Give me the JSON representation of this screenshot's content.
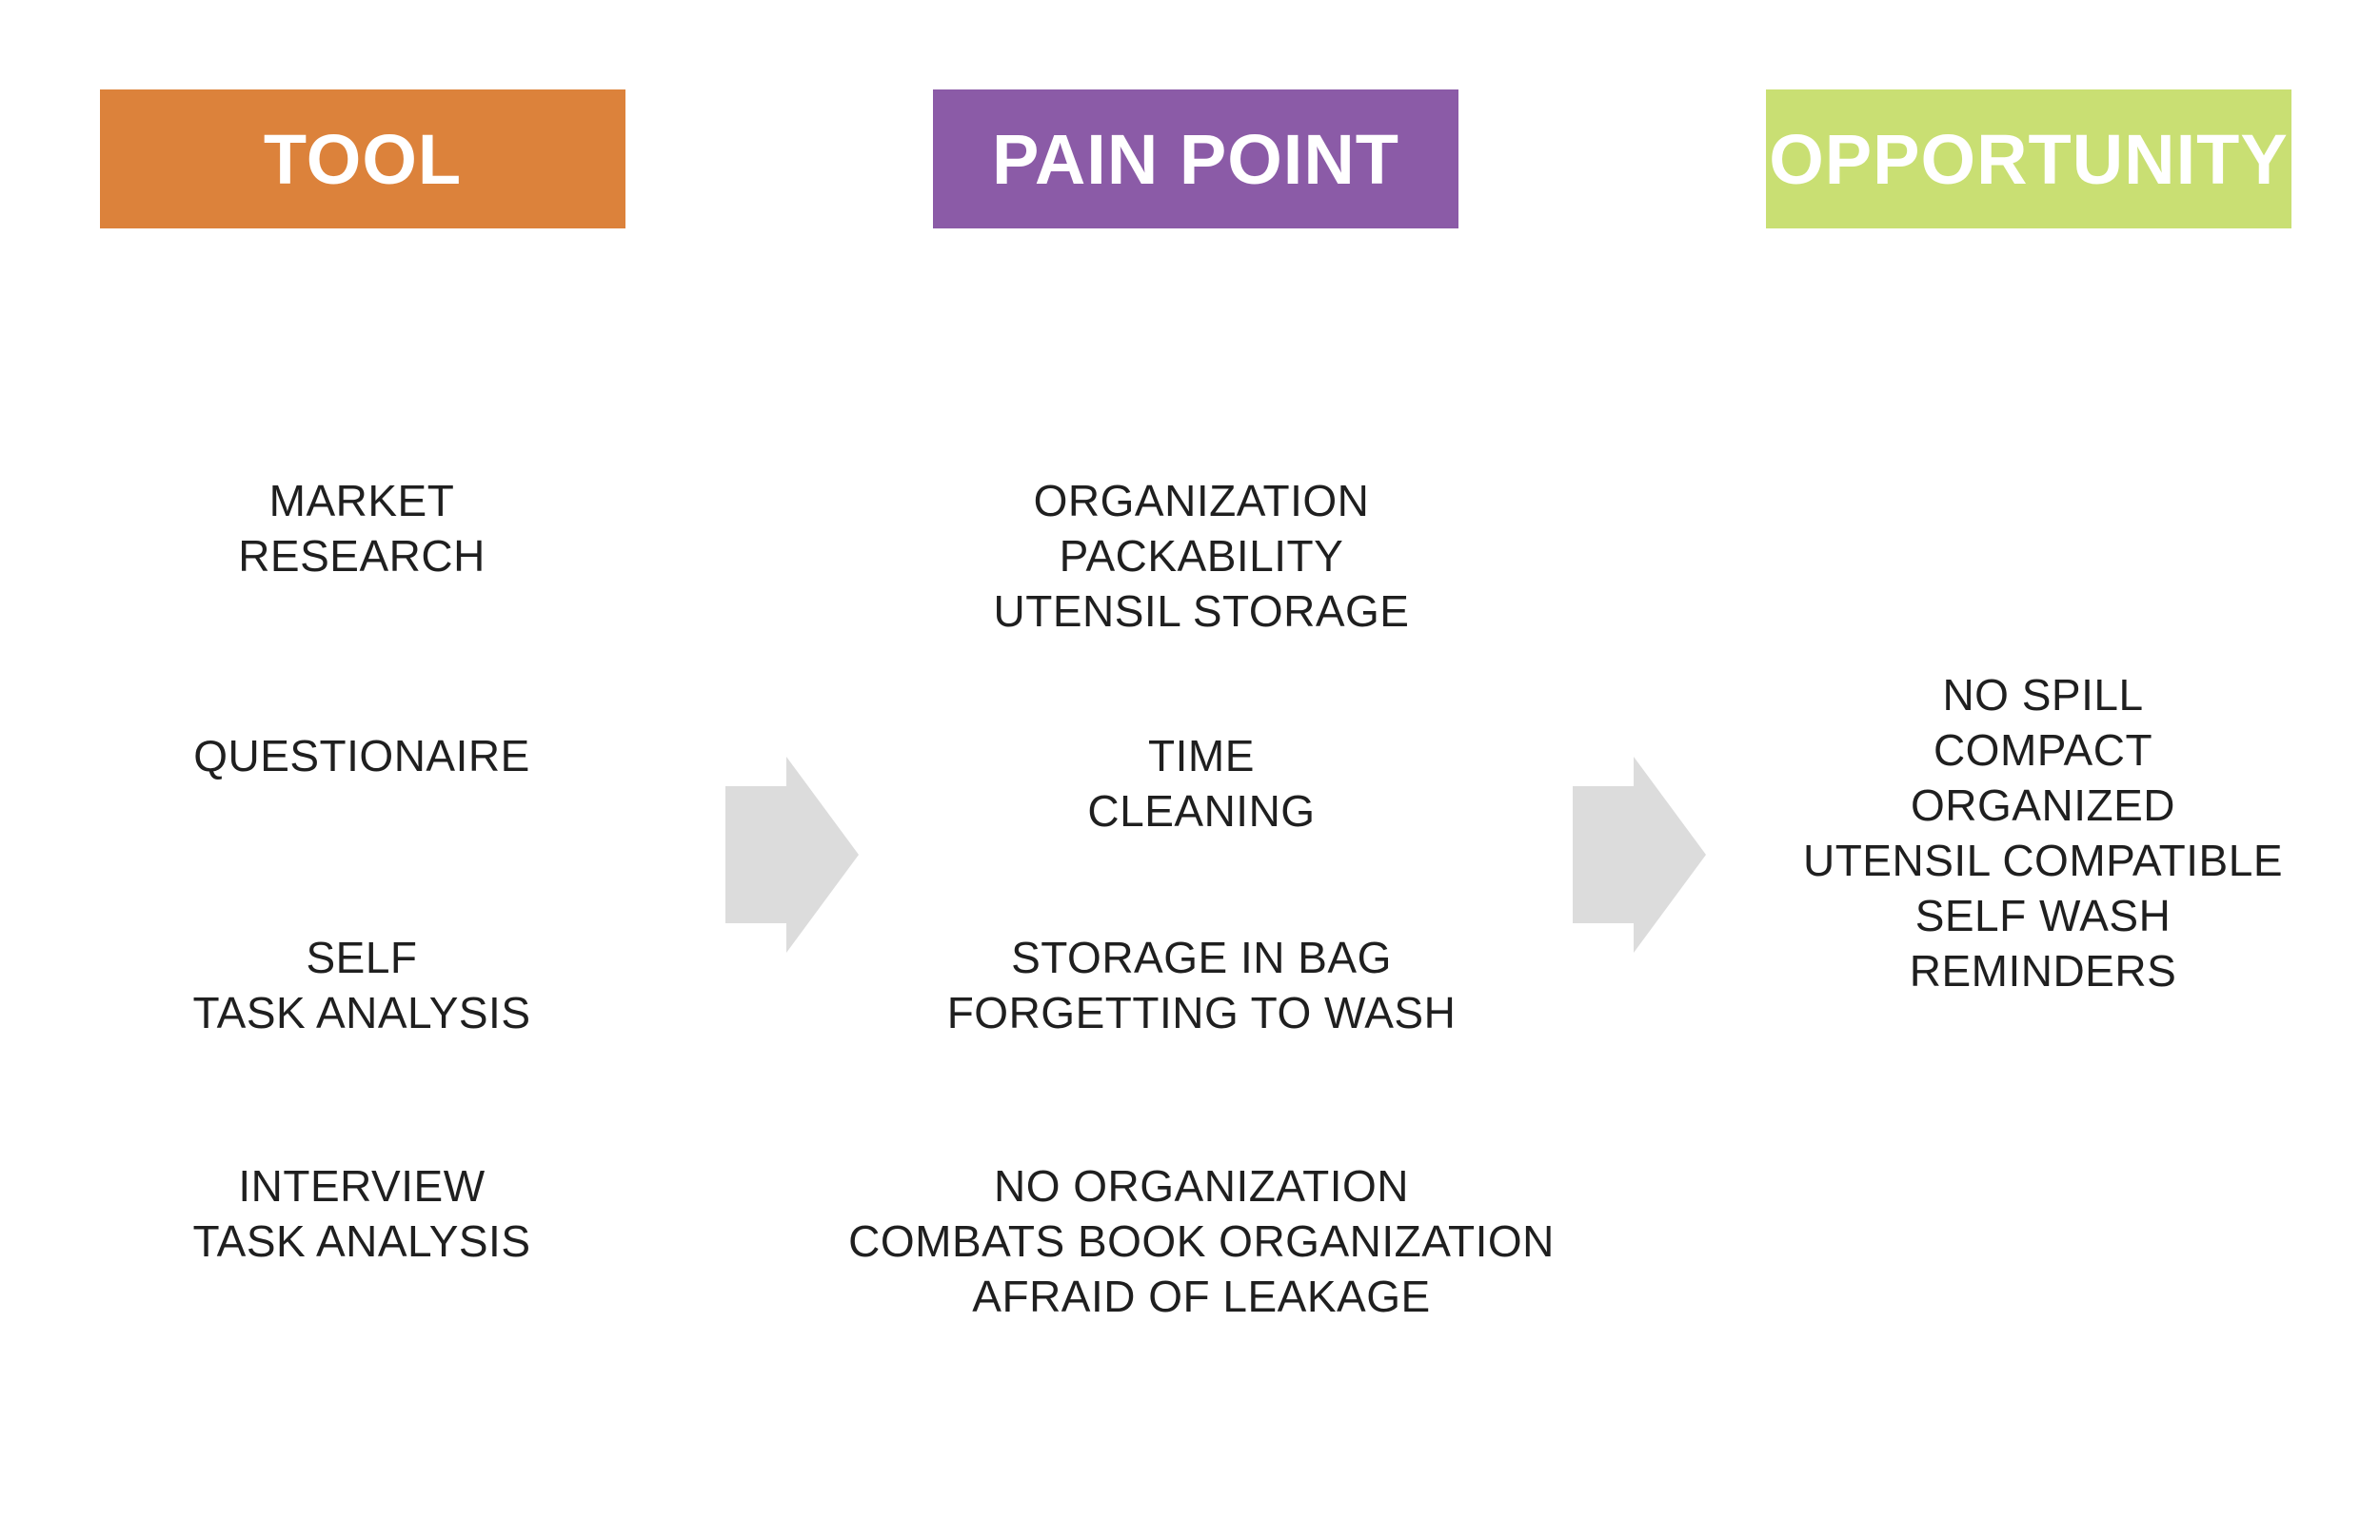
{
  "headers": {
    "tool": "TOOL",
    "pain_point": "PAIN POINT",
    "opportunity": "OPPORTUNITY"
  },
  "colors": {
    "tool": "#dc823b",
    "pain_point": "#8b5ba7",
    "opportunity": "#c9df73",
    "arrow": "#dcdcdc",
    "text": "#1f1f1f"
  },
  "tool": {
    "market_research": [
      "MARKET",
      "RESEARCH"
    ],
    "questionaire": [
      "QUESTIONAIRE"
    ],
    "self_task_analysis": [
      "SELF",
      "TASK ANALYSIS"
    ],
    "interview_task_analysis": [
      "INTERVIEW",
      "TASK ANALYSIS"
    ]
  },
  "pain_point": {
    "group1": [
      "ORGANIZATION",
      "PACKABILITY",
      "UTENSIL STORAGE"
    ],
    "group2": [
      "TIME",
      "CLEANING"
    ],
    "group3": [
      "STORAGE IN BAG",
      "FORGETTING TO WASH"
    ],
    "group4": [
      "NO ORGANIZATION",
      "COMBATS BOOK ORGANIZATION",
      "AFRAID OF LEAKAGE"
    ]
  },
  "opportunity": {
    "items": [
      "NO SPILL",
      "COMPACT",
      "ORGANIZED",
      "UTENSIL COMPATIBLE",
      "SELF WASH",
      "REMINDERS"
    ]
  },
  "arrows": {
    "icon": "right-chevron-arrow"
  }
}
